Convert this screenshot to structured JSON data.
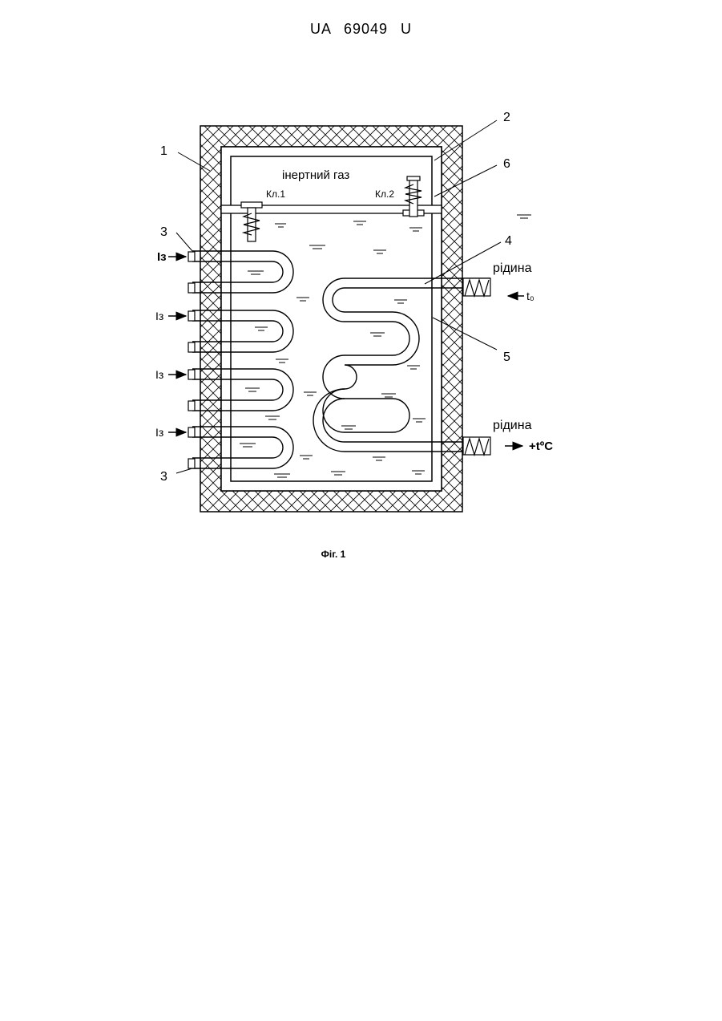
{
  "header": {
    "patent_number": "UA   69049   U"
  },
  "figure": {
    "labels": {
      "n1": "1",
      "n2": "2",
      "n3a": "3",
      "n3b": "3",
      "n4": "4",
      "n5": "5",
      "n6": "6",
      "gas": "інертний газ",
      "valve1": "Кл.1",
      "valve2": "Кл.2",
      "liquid_in": "рідина",
      "liquid_out": "рідина",
      "t_in": "t₀",
      "t_out": "+tºC",
      "current": "Iз"
    },
    "caption": "Фіг. 1"
  }
}
